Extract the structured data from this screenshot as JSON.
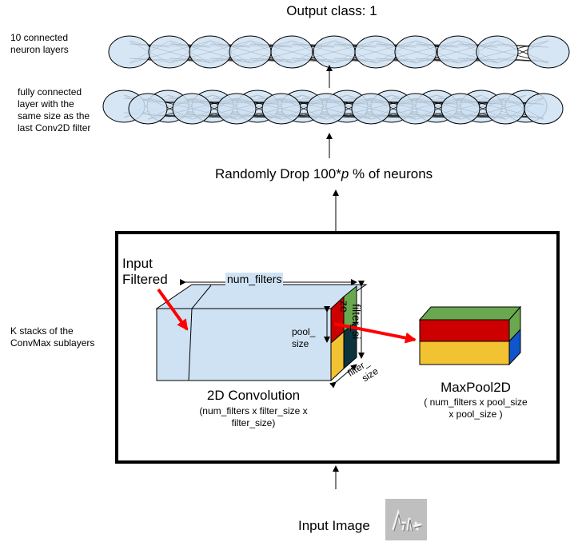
{
  "title": "Output class: 1",
  "layers": {
    "top_label": [
      "10 connected",
      "neuron layers"
    ],
    "fc_label": [
      "fully connected",
      "layer with the",
      "same size as the",
      "last Conv2D filter"
    ]
  },
  "dropout": {
    "prefix": "Randomly Drop 100*",
    "p": "p",
    "suffix": " % of neurons"
  },
  "stack_label": [
    "K stacks of the",
    "ConvMax sublayers"
  ],
  "conv": {
    "input_filtered": [
      "Input",
      "Filtered"
    ],
    "num_filters": "num_filters",
    "pool_size": [
      "pool_",
      "size"
    ],
    "filter_size_vertical": [
      "filter_si",
      "ze"
    ],
    "filter_size_diagonal": [
      "filter_",
      "size"
    ],
    "name": "2D Convolution",
    "dims": [
      "(num_filters x filter_size x",
      "filter_size)"
    ]
  },
  "pool": {
    "name": "MaxPool2D",
    "dims": [
      "( num_filters x pool_size",
      "x pool_size )"
    ]
  },
  "input_image_label": "Input Image",
  "colors": {
    "block_face": "#cfe2f3",
    "red": "#cc0000",
    "green": "#6aa84f",
    "blue": "#1155cc",
    "yellow": "#f1c232",
    "dark_teal": "#0c343d",
    "arrow_red": "#ff0000"
  }
}
